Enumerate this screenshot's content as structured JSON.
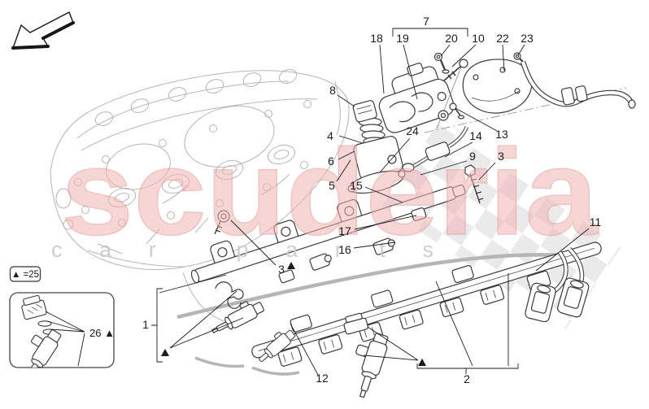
{
  "colors": {
    "watermark_pink": "#efb4b4",
    "watermark_pink_edge": "#e29595",
    "watermark_gray": "#c9c9c9",
    "checker_gray": "#d9d9d9",
    "ink": "#1b1b1b",
    "line_dark": "#3a3a3a",
    "line_light": "#b5b5b5"
  },
  "watermark": {
    "brand": "scuderia",
    "tagline": "car parts"
  },
  "legend": {
    "text": "▲ =25"
  },
  "inset": {
    "label": "26 ▲"
  },
  "callouts": {
    "c1": "1",
    "c2": "2",
    "c3a": "3",
    "c3b": "3",
    "c4": "4",
    "c5": "5",
    "c6": "6",
    "c7": "7",
    "c8": "8",
    "c9": "9",
    "c10": "10",
    "c11": "11",
    "c12": "12",
    "c13": "13",
    "c14": "14",
    "c15": "15",
    "c16": "16",
    "c17": "17",
    "c18": "18",
    "c19": "19",
    "c20": "20",
    "c22": "22",
    "c23": "23",
    "c24": "24"
  }
}
